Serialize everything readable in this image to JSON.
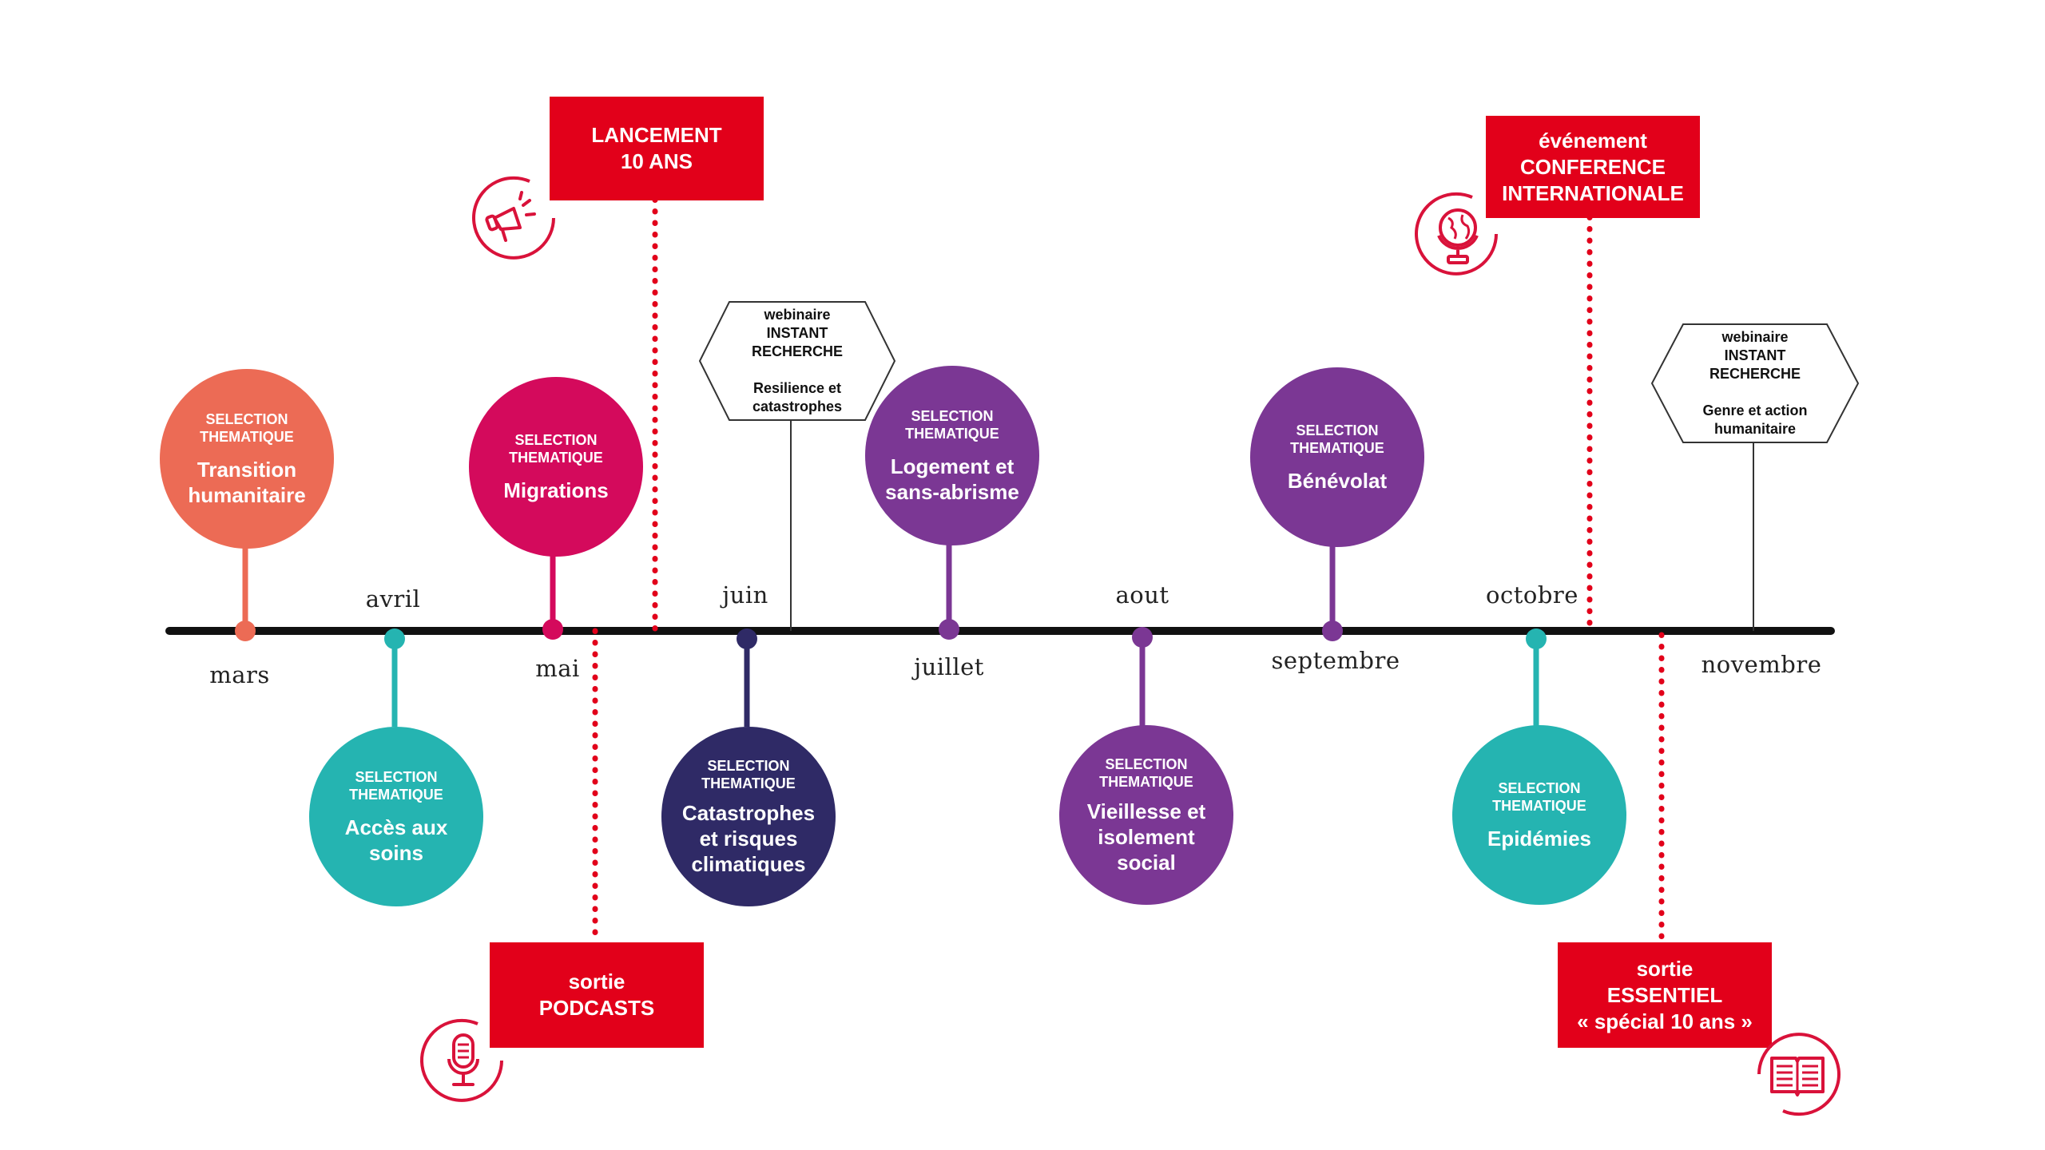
{
  "colors": {
    "axis": "#111111",
    "event_red": "#e2001a",
    "icon_red": "#d9123a",
    "coral": "#ec6b55",
    "teal": "#25b4b1",
    "crimson": "#d40a5c",
    "navy": "#2f2a66",
    "purple": "#7b3794"
  },
  "months": [
    {
      "id": "mars",
      "label": "mars"
    },
    {
      "id": "avril",
      "label": "avril"
    },
    {
      "id": "mai",
      "label": "mai"
    },
    {
      "id": "juin",
      "label": "juin"
    },
    {
      "id": "juillet",
      "label": "juillet"
    },
    {
      "id": "aout",
      "label": "aout"
    },
    {
      "id": "septembre",
      "label": "septembre"
    },
    {
      "id": "octobre",
      "label": "octobre"
    },
    {
      "id": "novembre",
      "label": "novembre"
    }
  ],
  "themes": [
    {
      "id": "transition",
      "kicker": "SELECTION\nTHEMATIQUE",
      "title": "Transition\nhumanitaire",
      "color": "#ec6b55"
    },
    {
      "id": "acces-soins",
      "kicker": "SELECTION\nTHEMATIQUE",
      "title": "Accès aux\nsoins",
      "color": "#25b4b1"
    },
    {
      "id": "migrations",
      "kicker": "SELECTION\nTHEMATIQUE",
      "title": "Migrations",
      "color": "#d40a5c"
    },
    {
      "id": "catastrophes",
      "kicker": "SELECTION\nTHEMATIQUE",
      "title": "Catastrophes\net risques\nclimatiques",
      "color": "#2f2a66"
    },
    {
      "id": "logement",
      "kicker": "SELECTION\nTHEMATIQUE",
      "title": "Logement et\nsans-abrisme",
      "color": "#7b3794"
    },
    {
      "id": "vieillesse",
      "kicker": "SELECTION\nTHEMATIQUE",
      "title": "Vieillesse et\nisolement\nsocial",
      "color": "#7b3794"
    },
    {
      "id": "benevolat",
      "kicker": "SELECTION\nTHEMATIQUE",
      "title": "Bénévolat",
      "color": "#7b3794"
    },
    {
      "id": "epidemies",
      "kicker": "SELECTION\nTHEMATIQUE",
      "title": "Epidémies",
      "color": "#25b4b1"
    }
  ],
  "events": [
    {
      "id": "lancement",
      "text": "LANCEMENT\n10 ANS",
      "icon": "megaphone-icon"
    },
    {
      "id": "podcasts",
      "text": "sortie\nPODCASTS",
      "icon": "microphone-icon"
    },
    {
      "id": "conference",
      "text": "événement\nCONFERENCE\nINTERNATIONALE",
      "icon": "globe-icon"
    },
    {
      "id": "essentiel",
      "text": "sortie\nESSENTIEL\n« spécial 10 ans »",
      "icon": "book-icon"
    }
  ],
  "webinars": [
    {
      "id": "resilience",
      "heading": "webinaire\nINSTANT\nRECHERCHE",
      "topic": "Resilience et\ncatastrophes"
    },
    {
      "id": "genre",
      "heading": "webinaire\nINSTANT\nRECHERCHE",
      "topic": "Genre et action\nhumanitaire"
    }
  ]
}
